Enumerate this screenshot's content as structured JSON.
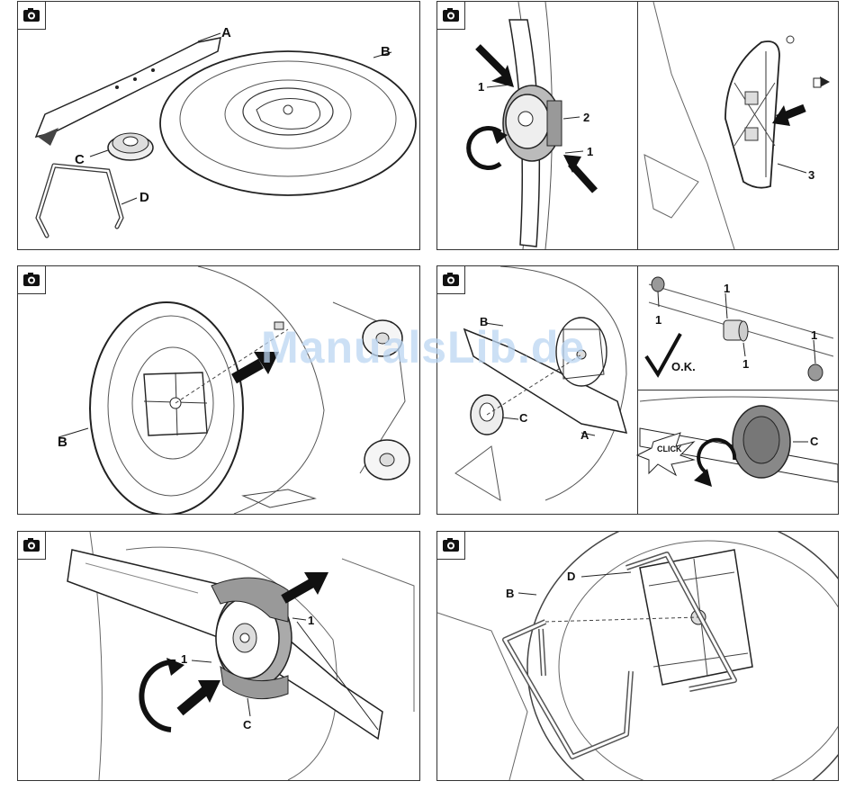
{
  "watermark": "ManualsLib.de",
  "icons": {
    "camera": "camera-icon"
  },
  "panel1": {
    "labels": {
      "a": "A",
      "b": "B",
      "c": "C",
      "d": "D"
    }
  },
  "panel2": {
    "labels": {
      "one_top": "1",
      "two": "2",
      "one_bottom": "1"
    }
  },
  "panel3": {
    "labels": {
      "three": "3"
    }
  },
  "panel4": {
    "labels": {
      "b": "B"
    }
  },
  "panel5": {
    "labels": {
      "b": "B",
      "c": "C",
      "a": "A"
    }
  },
  "panel6": {
    "labels": {
      "one_a": "1",
      "one_b": "1",
      "one_c": "1",
      "one_d": "1",
      "ok": "O.K."
    }
  },
  "panel7": {
    "labels": {
      "c": "C",
      "click": "CLICK"
    }
  },
  "panel8": {
    "labels": {
      "one_right": "1",
      "one_left": "1",
      "c": "C"
    }
  },
  "panel9": {
    "labels": {
      "b": "B",
      "d": "D"
    }
  }
}
